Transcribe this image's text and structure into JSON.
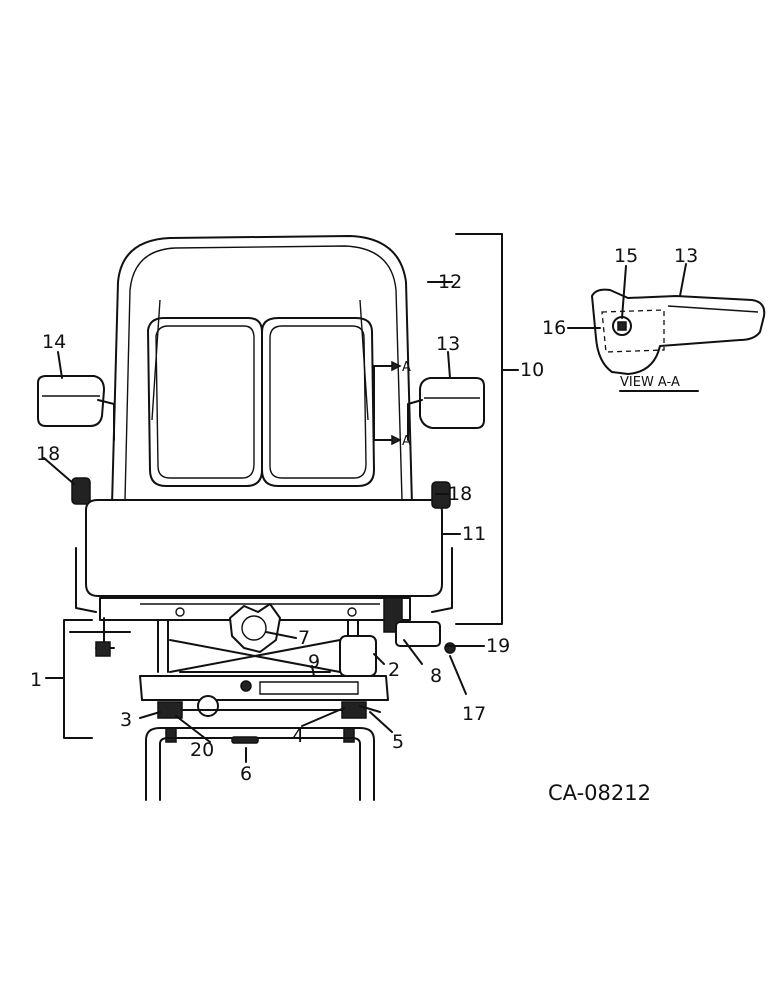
{
  "drawing_code": "CA-08212",
  "view_label": "VIEW A-A",
  "section_marks": [
    "A",
    "A"
  ],
  "callouts": [
    "1",
    "2",
    "3",
    "4",
    "5",
    "6",
    "7",
    "8",
    "9",
    "10",
    "11",
    "12",
    "13",
    "14",
    "15",
    "16",
    "17",
    "18",
    "19",
    "20"
  ],
  "detail_callouts": [
    "13",
    "15",
    "16"
  ],
  "duplicate_callouts": [
    "18",
    "18"
  ]
}
